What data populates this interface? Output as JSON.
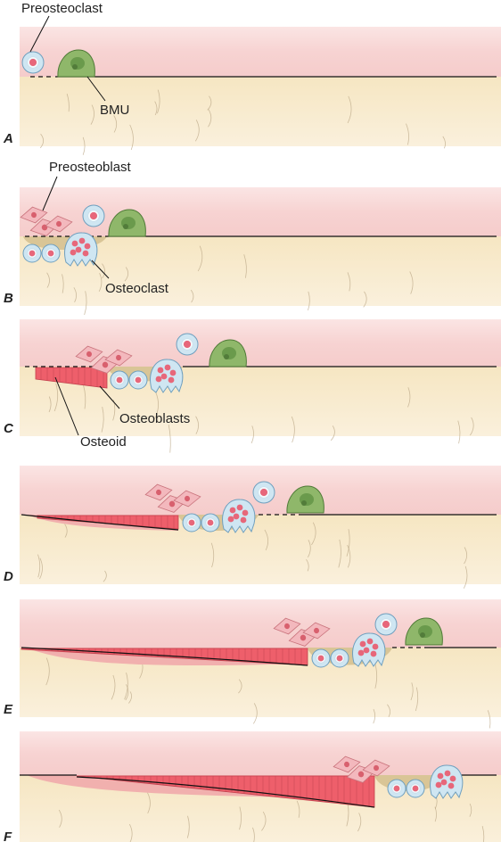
{
  "colors": {
    "soft_tissue": "#f7d3d2",
    "bone": "#f6e6c2",
    "osteoid": "#ee5f6b",
    "bmu_cell": "#8fb76a",
    "mononuclear_cell": "#cfe6f2",
    "nucleus": "#e7677a",
    "preosteoblast": "#f3b8bd",
    "resorption_pit": "#d9c596"
  },
  "panels": [
    {
      "letter": "A",
      "labels": [
        "Preosteoclast",
        "BMU"
      ]
    },
    {
      "letter": "B",
      "labels": [
        "Preosteoblast",
        "Osteoclast"
      ]
    },
    {
      "letter": "C",
      "labels": [
        "Osteoblasts",
        "Osteoid"
      ]
    },
    {
      "letter": "D",
      "labels": []
    },
    {
      "letter": "E",
      "labels": []
    },
    {
      "letter": "F",
      "labels": []
    }
  ]
}
